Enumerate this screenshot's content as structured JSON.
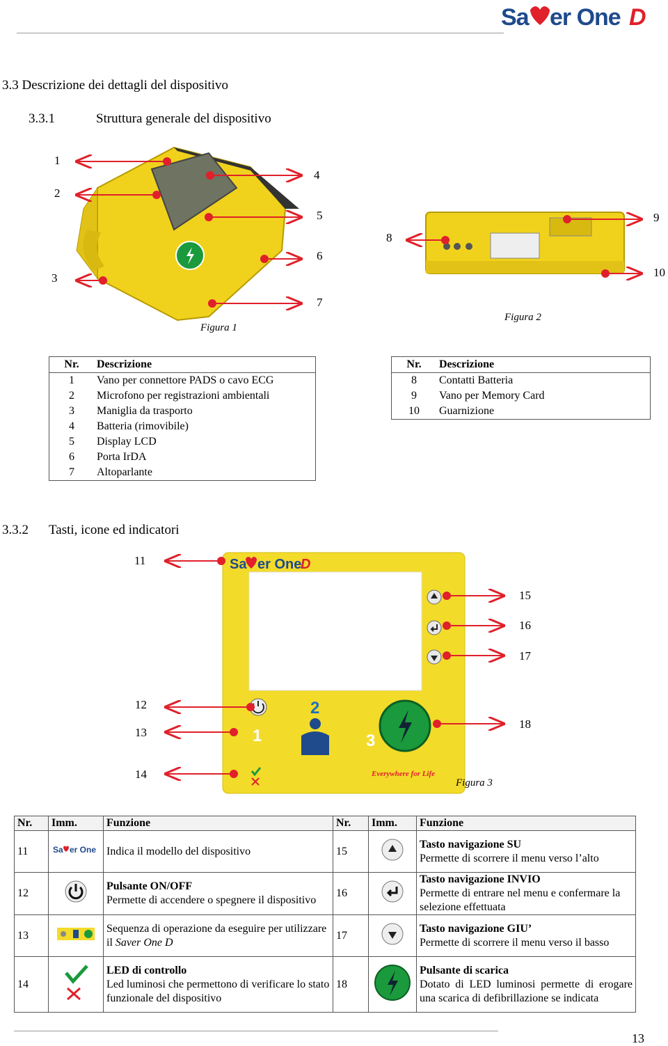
{
  "header": {
    "logo": "SaverOne D"
  },
  "section1": {
    "title": "3.3  Descrizione dei dettagli del dispositivo",
    "subsection": "3.3.1",
    "subtitle": "Struttura generale del dispositivo"
  },
  "figure1": {
    "caption": "Figura 1",
    "labels": {
      "n1": "1",
      "n2": "2",
      "n3": "3",
      "n4": "4",
      "n5": "5",
      "n6": "6",
      "n7": "7"
    }
  },
  "figure2": {
    "caption": "Figura 2",
    "labels": {
      "n8": "8",
      "n9": "9",
      "n10": "10"
    }
  },
  "table1": {
    "headers": {
      "nr": "Nr.",
      "desc": "Descrizione"
    },
    "rows": [
      {
        "nr": "1",
        "desc": "Vano per connettore PADS o cavo ECG"
      },
      {
        "nr": "2",
        "desc": "Microfono per registrazioni ambientali"
      },
      {
        "nr": "3",
        "desc": "Maniglia da trasporto"
      },
      {
        "nr": "4",
        "desc": "Batteria (rimovibile)"
      },
      {
        "nr": "5",
        "desc": "Display LCD"
      },
      {
        "nr": "6",
        "desc": "Porta IrDA"
      },
      {
        "nr": "7",
        "desc": "Altoparlante"
      }
    ]
  },
  "table2": {
    "headers": {
      "nr": "Nr.",
      "desc": "Descrizione"
    },
    "rows": [
      {
        "nr": "8",
        "desc": "Contatti Batteria"
      },
      {
        "nr": "9",
        "desc": "Vano per Memory Card"
      },
      {
        "nr": "10",
        "desc": "Guarnizione"
      }
    ]
  },
  "section2": {
    "title": "3.3.2",
    "subtitle": "Tasti, icone ed indicatori"
  },
  "figure3": {
    "caption": "Figura 3",
    "slogan": "Everywhere for Life",
    "labels": {
      "n11": "11",
      "n12": "12",
      "n13": "13",
      "n14": "14",
      "n15": "15",
      "n16": "16",
      "n17": "17",
      "n18": "18"
    },
    "panel_numbers": {
      "p1": "1",
      "p2": "2",
      "p3": "3"
    }
  },
  "func_table": {
    "headers": {
      "nr": "Nr.",
      "img": "Imm.",
      "func": "Funzione"
    },
    "left": [
      {
        "nr": "11",
        "icon": "saverone-logo",
        "title": "",
        "text": "Indica il modello del dispositivo"
      },
      {
        "nr": "12",
        "icon": "power-icon",
        "title": "Pulsante ON/OFF",
        "text": "Permette di accendere o spegnere il dispositivo"
      },
      {
        "nr": "13",
        "icon": "sequence-icon",
        "title": "",
        "text_a": "Sequenza di operazione da eseguire per utilizzare il ",
        "text_b": "Saver One D"
      },
      {
        "nr": "14",
        "icon": "led-check-icon",
        "title": "LED di controllo",
        "text": "Led luminosi che permettono di verificare lo stato funzionale del dispositivo"
      }
    ],
    "right": [
      {
        "nr": "15",
        "icon": "arrow-up-icon",
        "title": "Tasto navigazione SU",
        "text": "Permette di scorrere il menu verso l’alto"
      },
      {
        "nr": "16",
        "icon": "enter-icon",
        "title": "Tasto navigazione INVIO",
        "text": "Permette di entrare nel menu e confermare la selezione effettuata"
      },
      {
        "nr": "17",
        "icon": "arrow-down-icon",
        "title": "Tasto navigazione GIU’",
        "text": "Permette di scorrere il menu verso il basso"
      },
      {
        "nr": "18",
        "icon": "shock-icon",
        "title": "Pulsante di scarica",
        "text": "Dotato di LED luminosi permette di erogare una scarica di defibrillazione se indicata"
      }
    ]
  },
  "footer": {
    "page": "13"
  },
  "colors": {
    "device_yellow": "#f0d21c",
    "arrow_red": "#e0202a",
    "logo_blue": "#1f4a8c",
    "shock_green": "#1a9a3c"
  }
}
